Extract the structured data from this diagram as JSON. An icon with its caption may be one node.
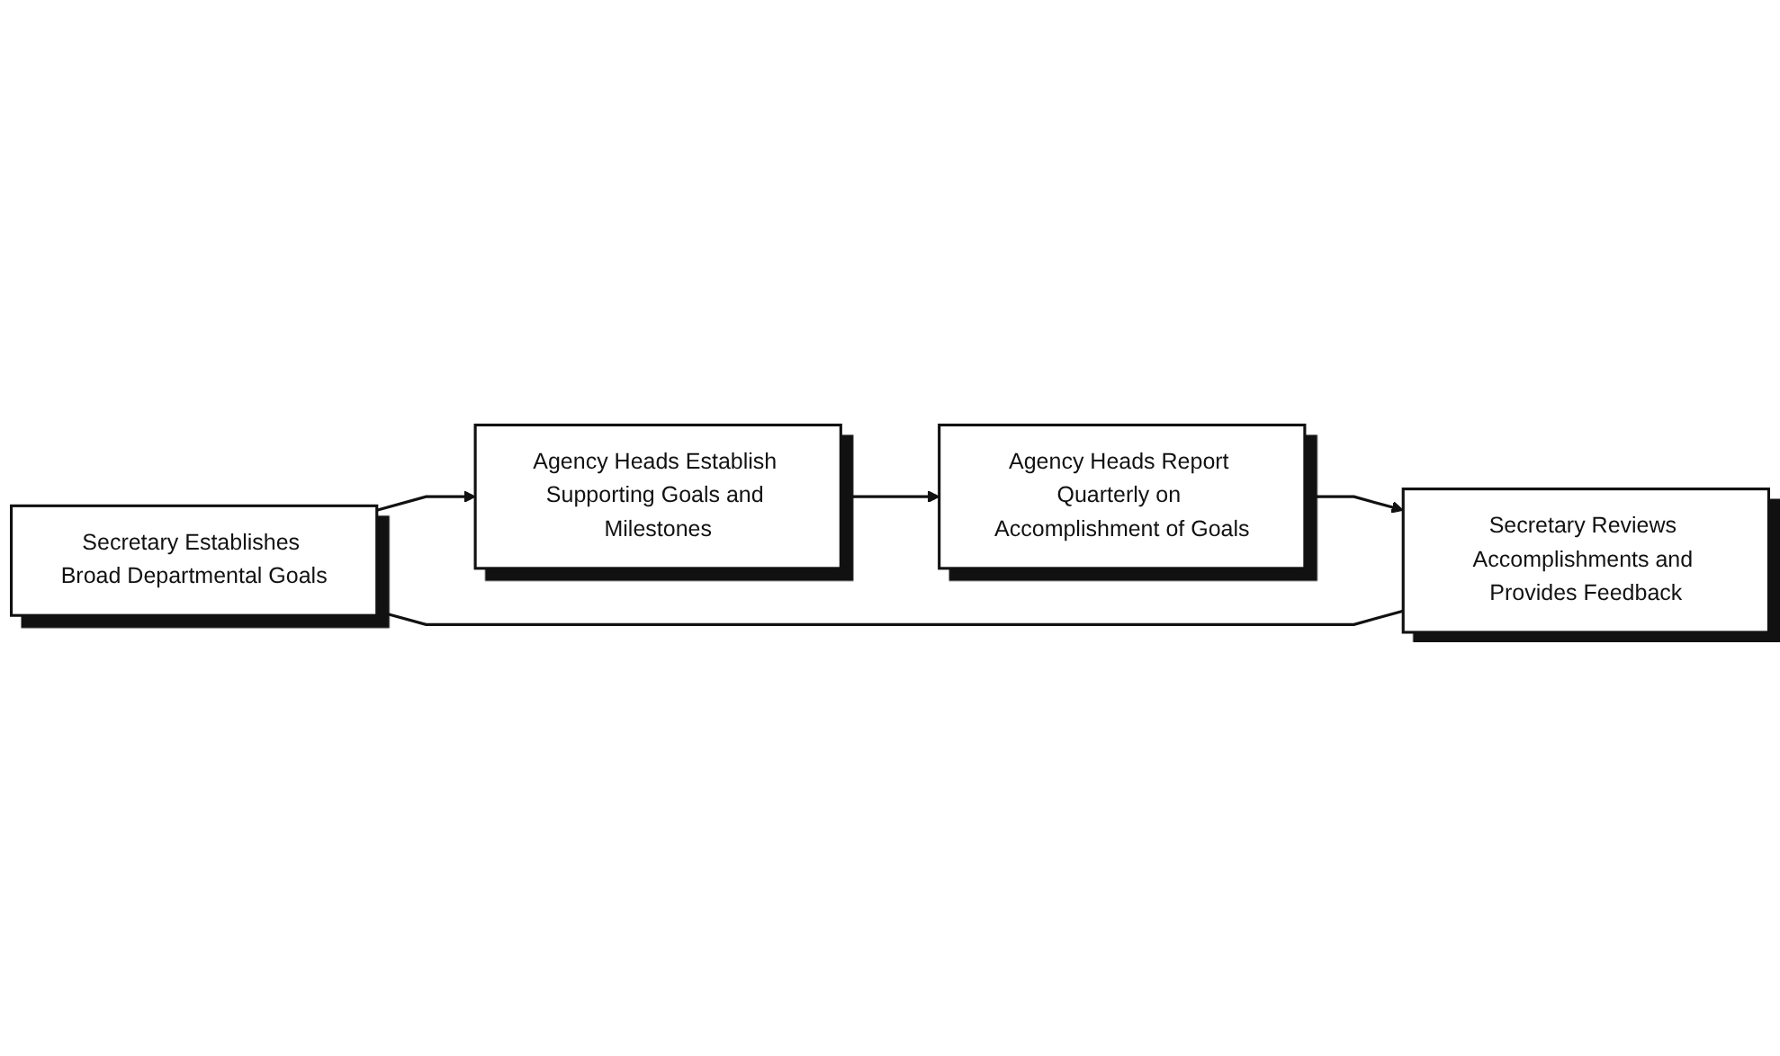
{
  "diagram": {
    "nodes": [
      {
        "text": [
          "Secretary Establishes Broad Departmental Goals"
        ]
      },
      {
        "text": [
          "Agency Heads Establish Supporting Goals and Milestones"
        ]
      },
      {
        "text": [
          "Agency Heads Report Quarterly on Accomplishment of Goals"
        ]
      },
      {
        "text": [
          "Secretary Reviews Accomplishments and Provides Feedback"
        ]
      }
    ],
    "edges": [
      {
        "from": 0,
        "to": 1,
        "arrow": "to"
      },
      {
        "from": 1,
        "to": 2,
        "arrow": "to"
      },
      {
        "from": 2,
        "to": 3,
        "arrow": "to"
      },
      {
        "from": 3,
        "to": 0,
        "arrow": "to"
      }
    ]
  }
}
